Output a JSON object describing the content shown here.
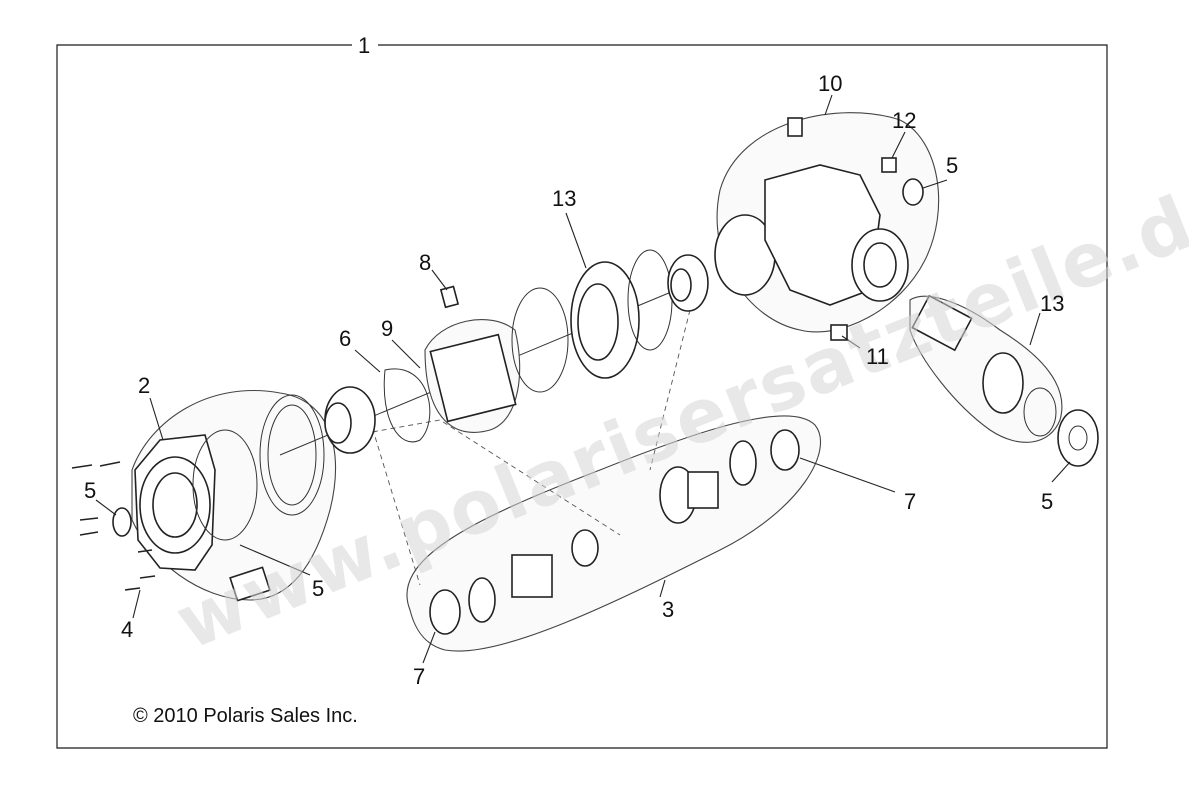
{
  "copyright": "© 2010 Polaris Sales Inc.",
  "watermark": "www.polarisersatzteile.de",
  "callouts": {
    "c1": "1",
    "c2": "2",
    "c3": "3",
    "c4": "4",
    "c5a": "5",
    "c5b": "5",
    "c5c": "5",
    "c5d": "5",
    "c6": "6",
    "c7a": "7",
    "c7b": "7",
    "c8": "8",
    "c9": "9",
    "c10": "10",
    "c11": "11",
    "c12": "12",
    "c13a": "13",
    "c13b": "13"
  },
  "colors": {
    "line": "#222222",
    "watermark": "#d6d6d6",
    "background": "#ffffff"
  }
}
